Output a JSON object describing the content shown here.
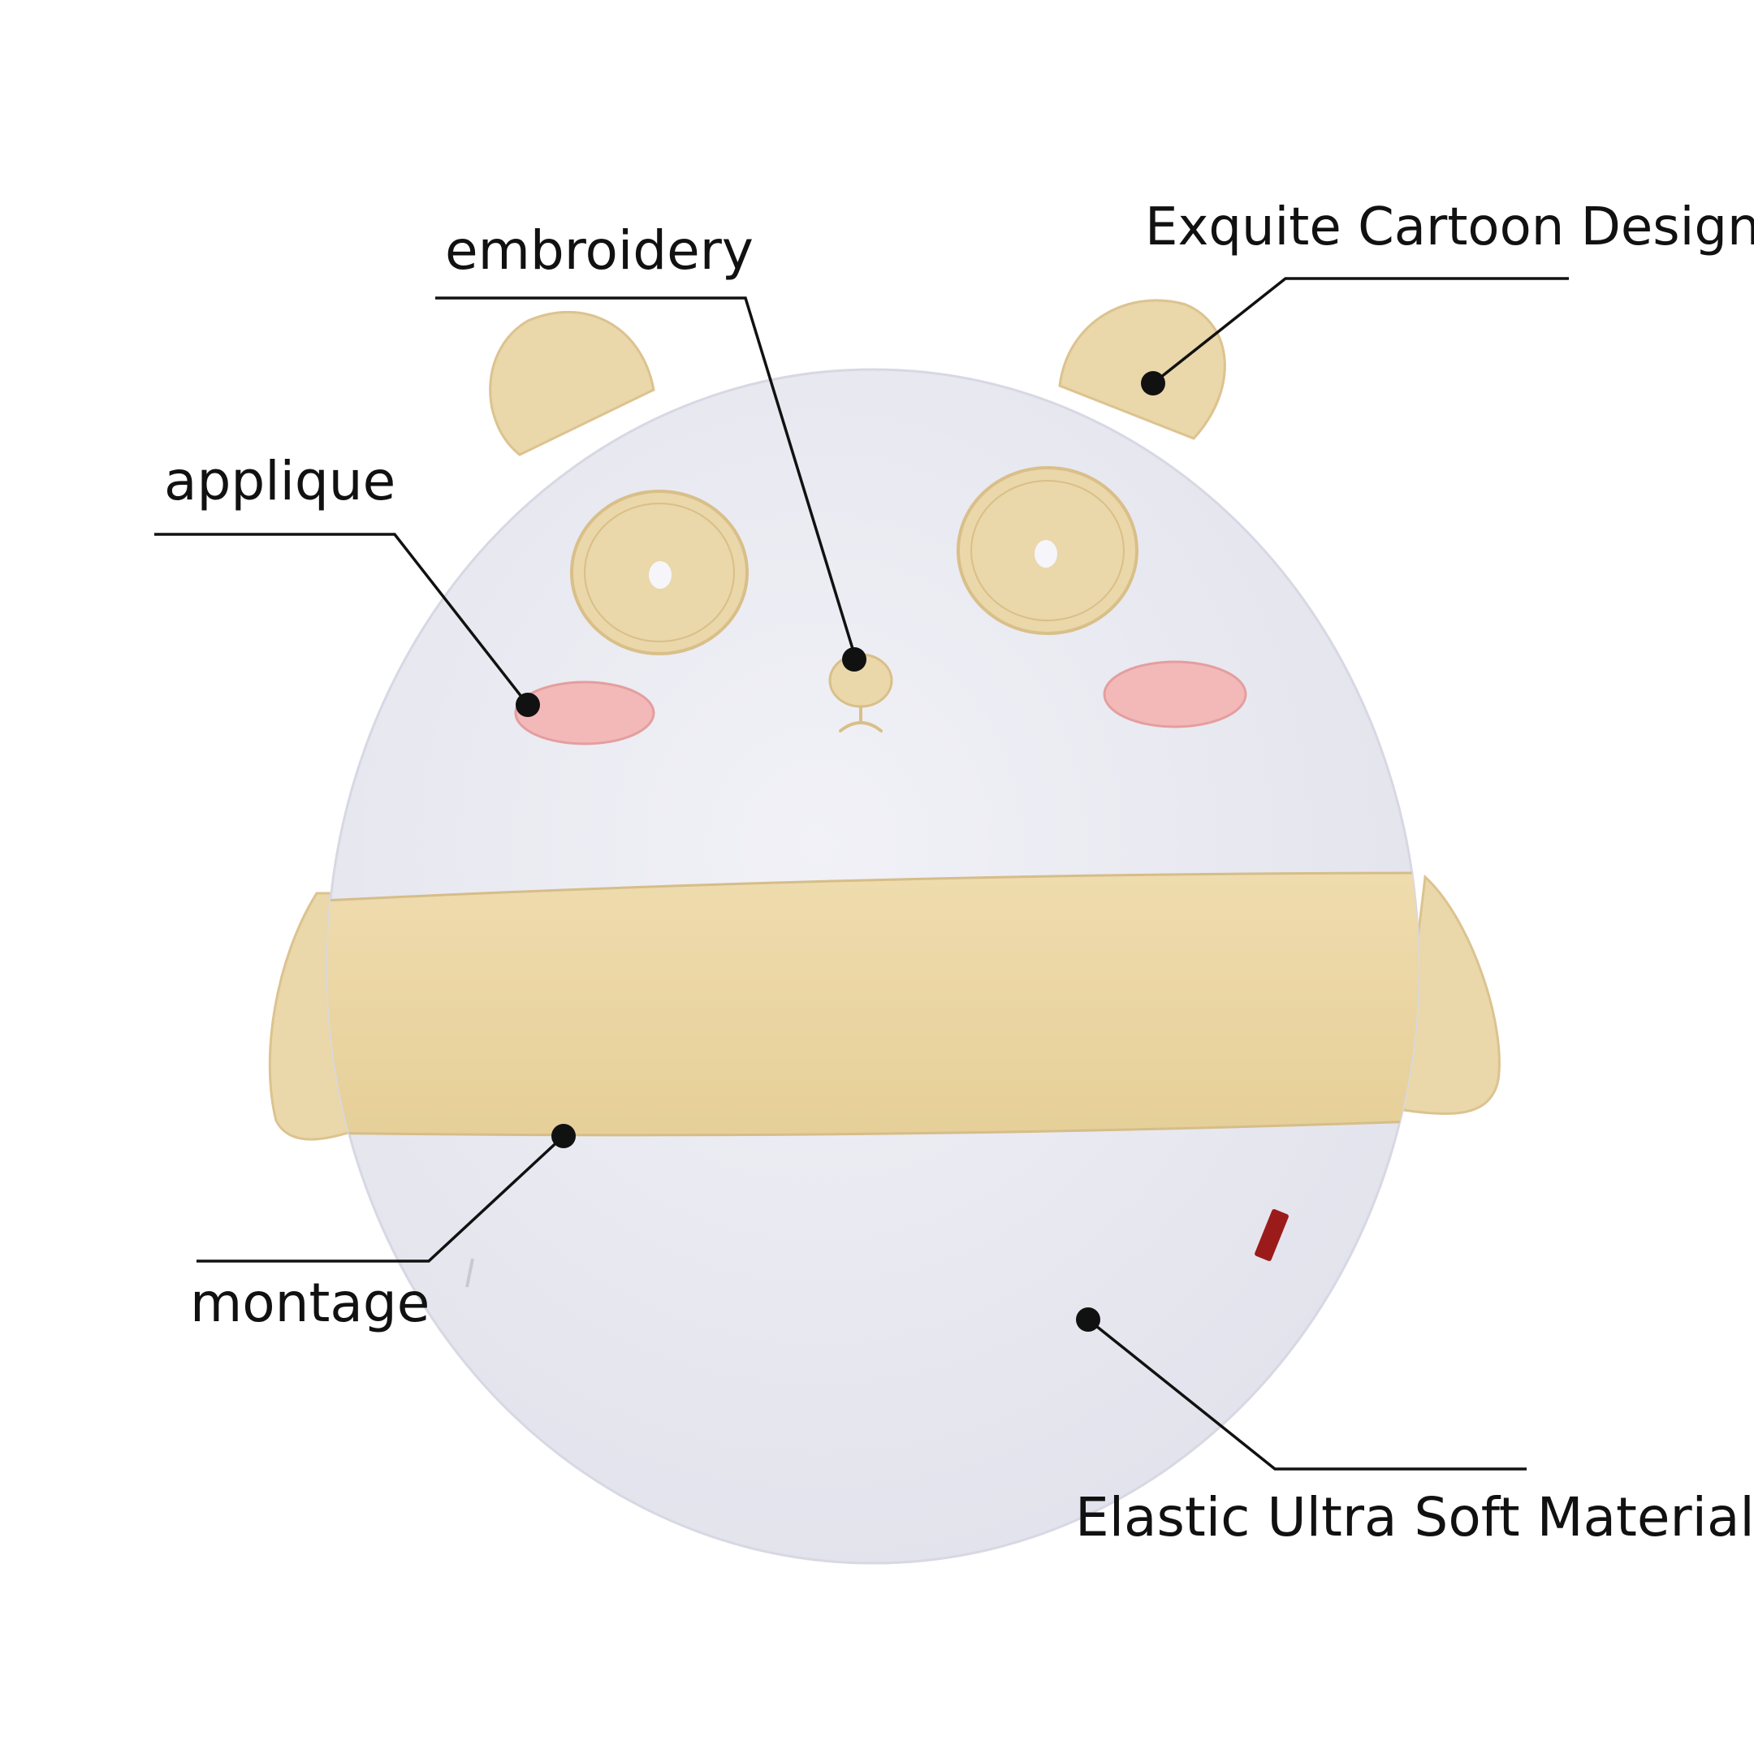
{
  "image": {
    "subject": "round panda plush cushion",
    "colors": {
      "body": "#e8e8f0",
      "accent": "#ead7aa",
      "accent_dark": "#d9c08a",
      "cheek": "#f2b8b8",
      "callout_line": "#111111",
      "tag": "#9b1b1b"
    }
  },
  "callouts": {
    "embroidery": "embroidery",
    "design": "Exquite Cartoon Design",
    "applique": "applique",
    "montage": "montage",
    "material": "Elastic Ultra Soft Material"
  }
}
